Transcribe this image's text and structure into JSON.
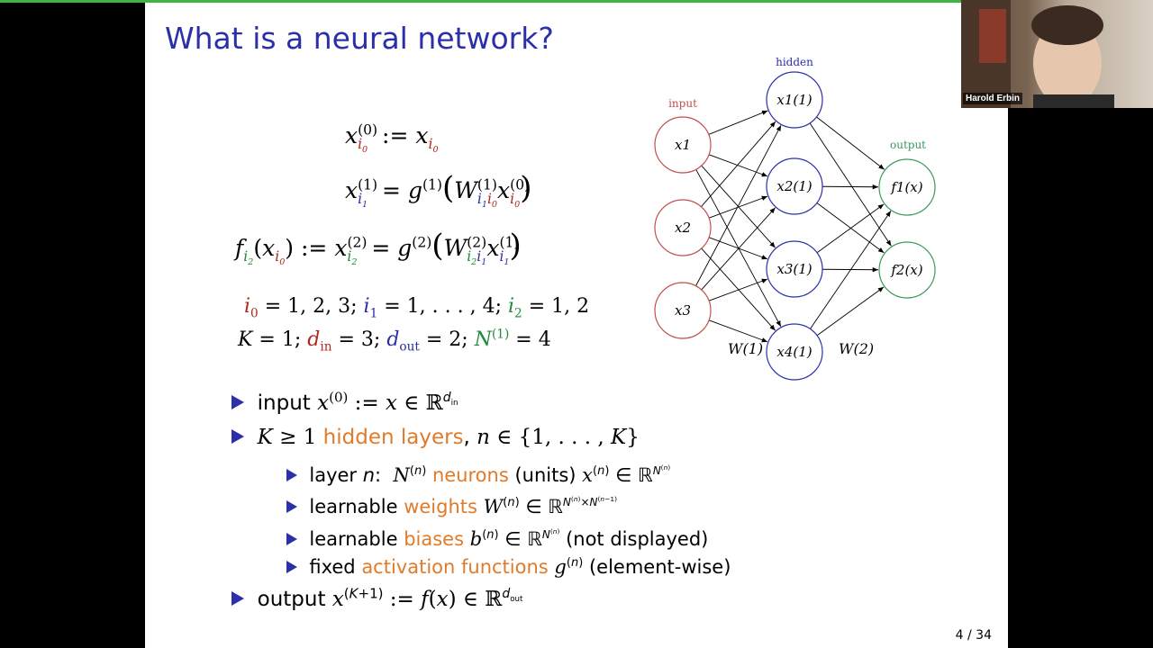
{
  "slide": {
    "title": "What is a neural network?",
    "page_number": "4 / 34",
    "equations": {
      "eq1": {
        "lhs": "x",
        "lhs_sup": "(0)",
        "lhs_sub": "i",
        "lhs_subsub": "0",
        "op": ":=",
        "rhs": "x",
        "rhs_sub": "i",
        "rhs_subsub": "0"
      },
      "eq2": {
        "text": "x_{i1}^{(1)} = g^{(1)}(W_{i1 i0}^{(1)} x_{i0}^{(0)})"
      },
      "eq3": {
        "text": "f_{i2}(x_{i0}) := x_{i2}^{(2)} = g^{(2)}(W_{i2 i1}^{(2)} x_{i1}^{(1)})"
      }
    },
    "indices": {
      "line1": "i0 = 1, 2, 3; i1 = 1, . . . , 4; i2 = 1, 2",
      "line2": "K = 1; din = 3; dout = 2; N(1) = 4"
    },
    "bullets": {
      "b1_text": "input",
      "b2_orange": "hidden layers",
      "b2a_text": "layer",
      "b2a_orange": "neurons",
      "b2a_units": "(units)",
      "b2b_text": "learnable",
      "b2b_orange": "weights",
      "b2c_text": "learnable",
      "b2c_orange": "biases",
      "b2c_note": "(not displayed)",
      "b2d_text": "fixed",
      "b2d_orange": "activation functions",
      "b2d_note": "(element-wise)",
      "b3_text": "output"
    },
    "diagram": {
      "label_input": "input",
      "label_hidden": "hidden",
      "label_output": "output",
      "weight1": "W(1)",
      "weight2": "W(2)",
      "input_nodes": [
        "x1",
        "x2",
        "x3"
      ],
      "hidden_nodes": [
        "x1(1)",
        "x2(1)",
        "x3(1)",
        "x4(1)"
      ],
      "output_nodes": [
        "f1(x)",
        "f2(x)"
      ],
      "colors": {
        "input": "#c0504d",
        "hidden": "#2b2fa8",
        "output": "#3a9a5a"
      }
    }
  },
  "video": {
    "participant_name": "Harold Erbin"
  }
}
